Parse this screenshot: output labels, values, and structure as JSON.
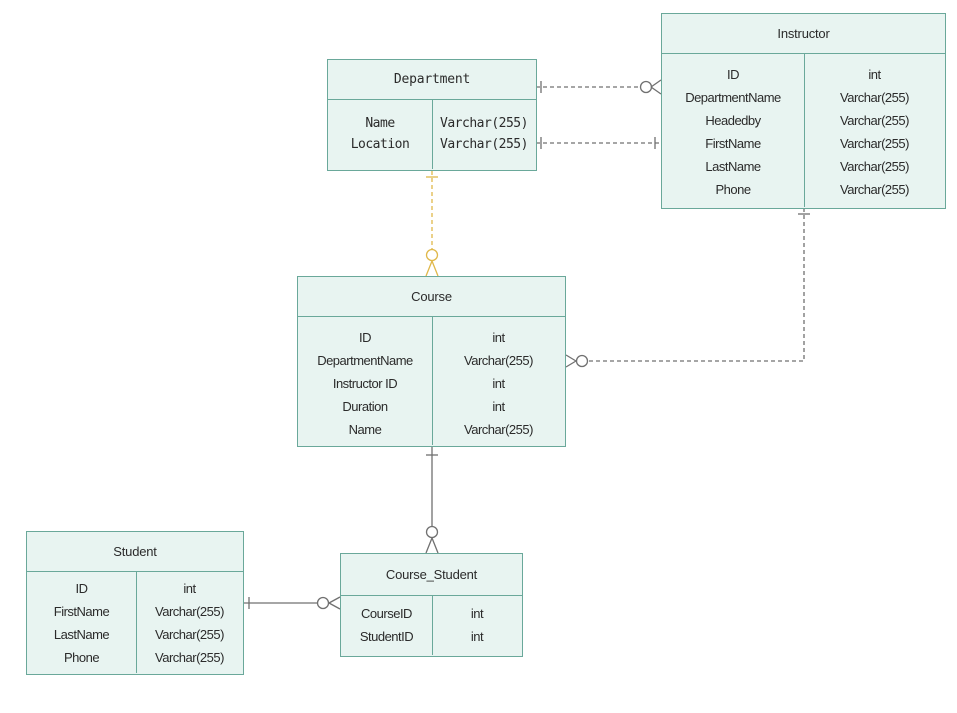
{
  "entities": {
    "department": {
      "title": "Department",
      "fields": [
        "Name",
        "Location"
      ],
      "types": [
        "Varchar(255)",
        "Varchar(255)"
      ]
    },
    "instructor": {
      "title": "Instructor",
      "fields": [
        "ID",
        "DepartmentName",
        "Headedby",
        "FirstName",
        "LastName",
        "Phone"
      ],
      "types": [
        "int",
        "Varchar(255)",
        "Varchar(255)",
        "Varchar(255)",
        "Varchar(255)",
        "Varchar(255)"
      ]
    },
    "course": {
      "title": "Course",
      "fields": [
        "ID",
        "DepartmentName",
        "Instructor ID",
        "Duration",
        "Name"
      ],
      "types": [
        "int",
        "Varchar(255)",
        "int",
        "int",
        "Varchar(255)"
      ]
    },
    "student": {
      "title": "Student",
      "fields": [
        "ID",
        "FirstName",
        "LastName",
        "Phone"
      ],
      "types": [
        "int",
        "Varchar(255)",
        "Varchar(255)",
        "Varchar(255)"
      ]
    },
    "course_student": {
      "title": "Course_Student",
      "fields": [
        "CourseID",
        "StudentID"
      ],
      "types": [
        "int",
        "int"
      ]
    }
  },
  "colors": {
    "entity_fill": "#e8f4f1",
    "entity_border": "#6aa89a",
    "relationship_line": "#707070",
    "department_course_line": "#e0b84a"
  }
}
